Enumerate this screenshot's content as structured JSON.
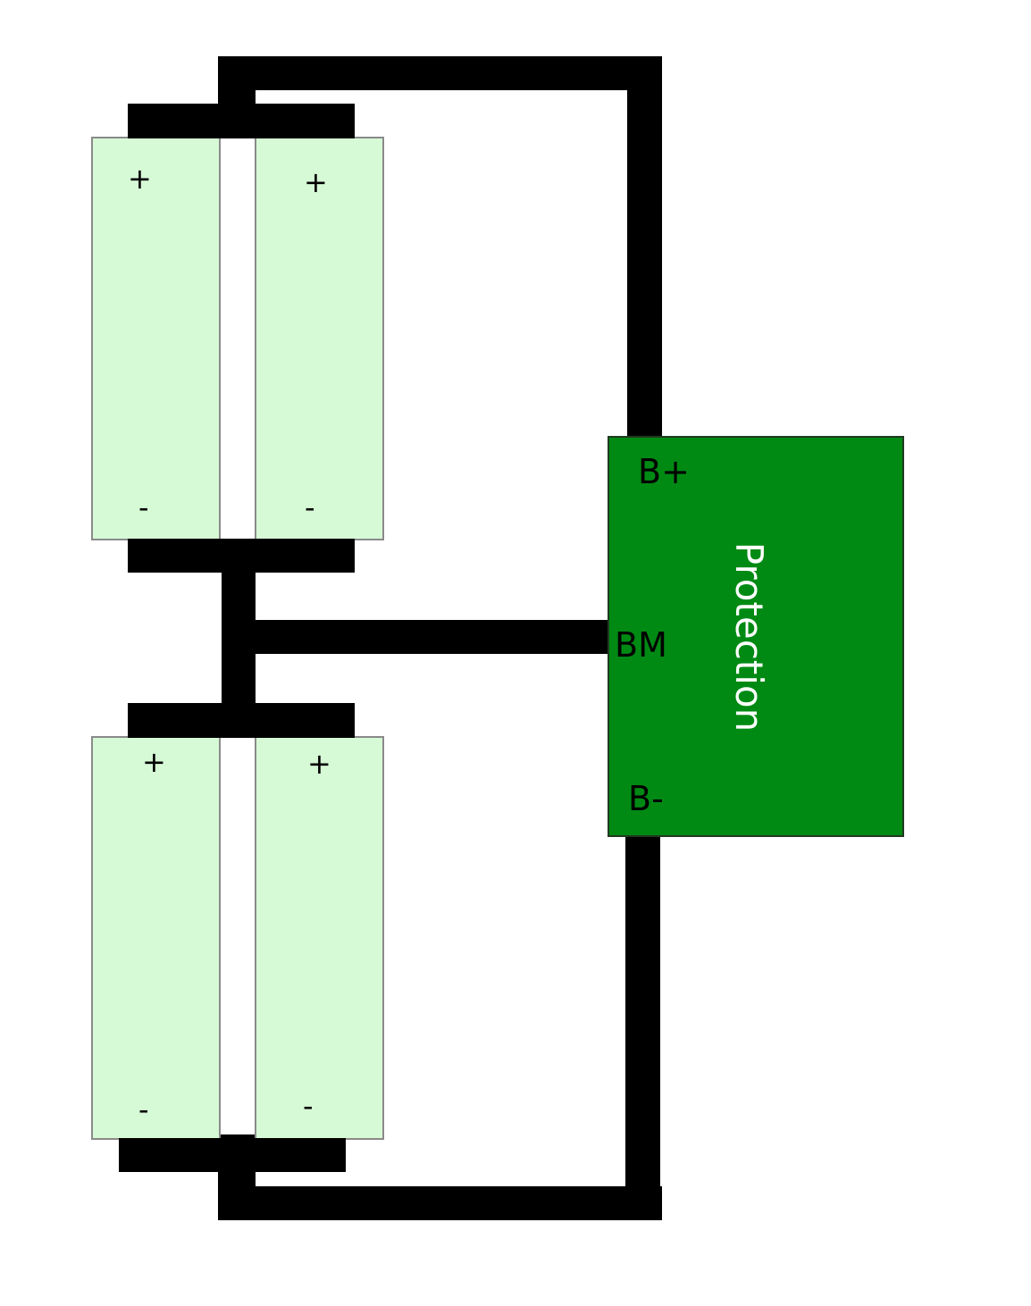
{
  "colors": {
    "cell_fill": "#d6f9d6",
    "cell_border": "#8a8a8a",
    "wire": "#000000",
    "protection_fill": "#008a14",
    "protection_text": "#ffffff"
  },
  "cells": [
    {
      "positive_label": "+",
      "negative_label": "-"
    },
    {
      "positive_label": "+",
      "negative_label": "-"
    },
    {
      "positive_label": "+",
      "negative_label": "-"
    },
    {
      "positive_label": "+",
      "negative_label": "-"
    }
  ],
  "protection": {
    "label": "Protection",
    "terminals": {
      "b_plus": "B+",
      "bm": "BM",
      "b_minus": "B-"
    }
  }
}
